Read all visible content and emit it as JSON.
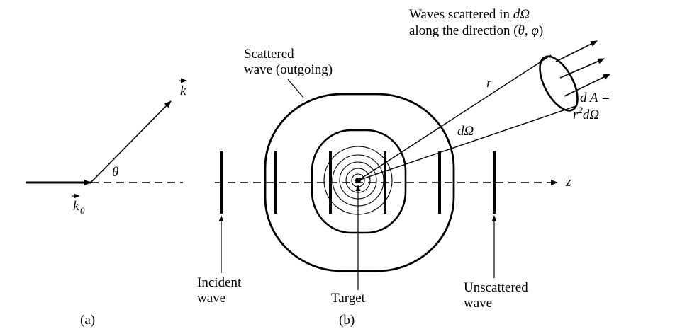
{
  "panel_a": {
    "caption": "(a)",
    "k_label": "k",
    "k0_label": "k",
    "k0_subscript": "0",
    "theta_label": "θ"
  },
  "panel_b": {
    "caption": "(b)",
    "scattered_label_line1": "Scattered",
    "scattered_label_line2": "wave (outgoing)",
    "waves_scattered_line1_text": "Waves scattered in ",
    "waves_scattered_line1_math": "dΩ",
    "waves_scattered_line2_text": "along the direction (",
    "waves_scattered_line2_math": "θ, φ",
    "waves_scattered_line2_close": ")",
    "r_label": "r",
    "domega_label": "dΩ",
    "dA_label_line1": "d A =",
    "dA_label_line2_r": "r",
    "dA_label_line2_exp": "2",
    "dA_label_line2_rest": "dΩ",
    "z_label": "z",
    "incident_label_line1": "Incident",
    "incident_label_line2": "wave",
    "target_label": "Target",
    "unscattered_label_line1": "Unscattered",
    "unscattered_label_line2": "wave"
  },
  "colors": {
    "ink": "#000000",
    "background": "#ffffff"
  }
}
